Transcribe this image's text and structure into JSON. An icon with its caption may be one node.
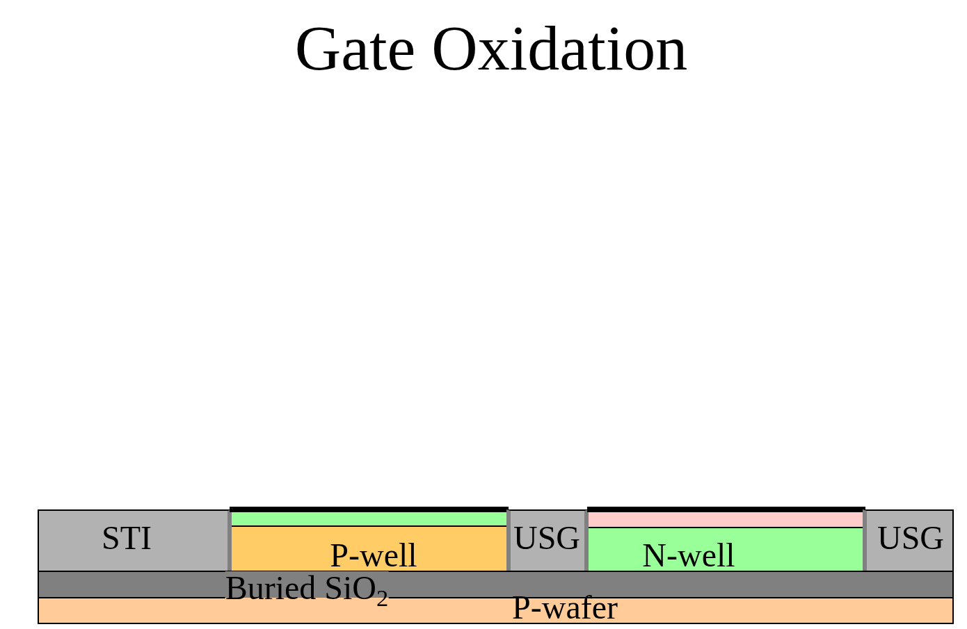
{
  "diagram": {
    "title": "Gate Oxidation",
    "nodes": [
      {
        "text": [
          "STI"
        ]
      },
      {
        "text": [],
        "shape": "bar"
      },
      {
        "text": [],
        "shape": "bar"
      },
      {
        "text": [
          "P-well"
        ]
      },
      {
        "text": [
          "USG"
        ]
      },
      {
        "text": [],
        "shape": "bar"
      },
      {
        "text": [],
        "shape": "bar"
      },
      {
        "text": [
          "N-well"
        ]
      },
      {
        "text": [
          "USG"
        ]
      },
      {
        "text": [
          "Buried SiO$_{2}$"
        ]
      },
      {
        "text": [
          "P-wafer"
        ]
      }
    ]
  }
}
